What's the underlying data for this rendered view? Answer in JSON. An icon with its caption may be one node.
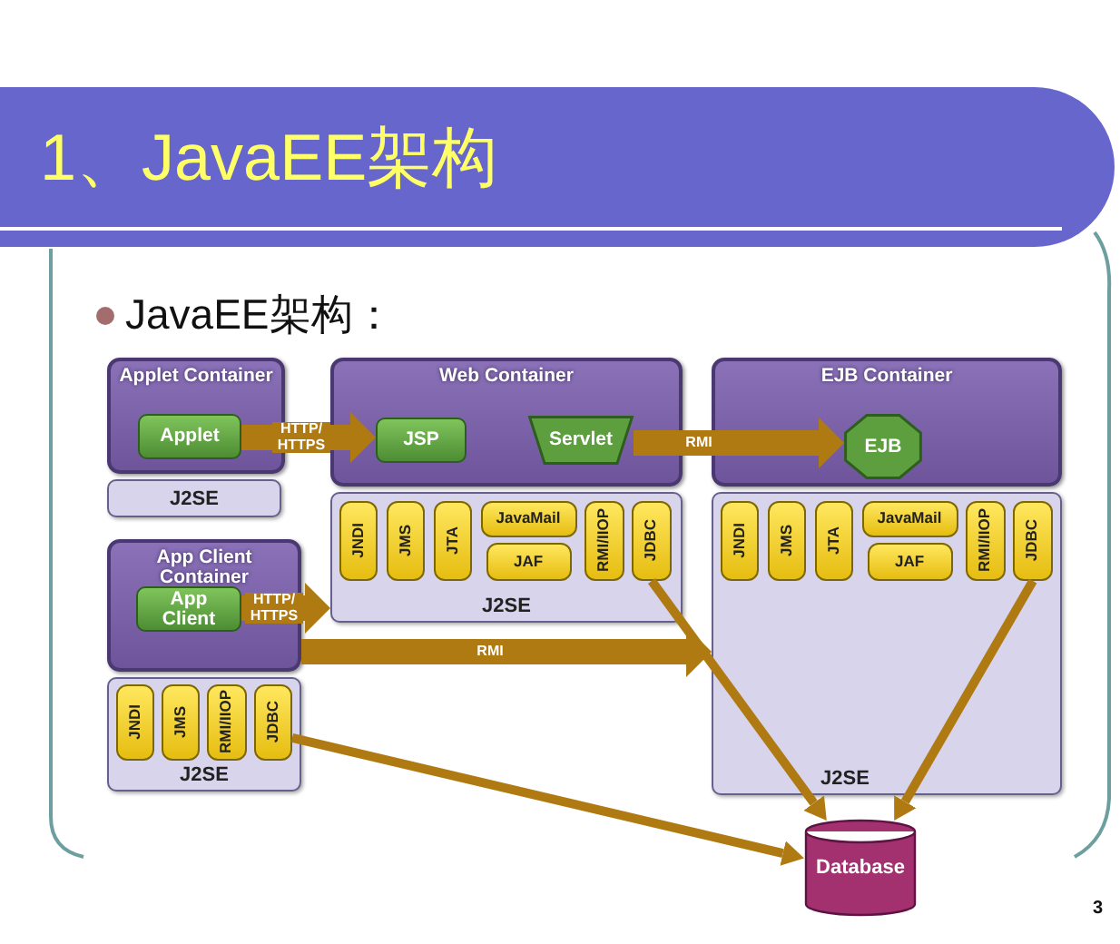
{
  "diagram": {
    "title": "1、JavaEE架构",
    "nodes": [
      {
        "text": [
          "Applet Container"
        ]
      },
      {
        "text": [
          "Applet"
        ],
        "in": 0
      },
      {
        "text": [
          "J2SE"
        ]
      },
      {
        "text": [
          "Web Container"
        ]
      },
      {
        "text": [
          "JSP"
        ],
        "in": 3
      },
      {
        "text": [
          "Servlet"
        ],
        "in": 3
      },
      {
        "text": [
          "J2SE"
        ]
      },
      {
        "text": [
          "JNDI"
        ],
        "in": 6
      },
      {
        "text": [
          "JMS"
        ],
        "in": 6
      },
      {
        "text": [
          "JTA"
        ],
        "in": 6
      },
      {
        "text": [
          "JavaMail"
        ],
        "in": 6
      },
      {
        "text": [
          "JAF"
        ],
        "in": 6
      },
      {
        "text": [
          "RMI/IIOP"
        ],
        "in": 6
      },
      {
        "text": [
          "JDBC"
        ],
        "in": 6
      },
      {
        "text": [
          "EJB Container"
        ]
      },
      {
        "text": [
          "EJB"
        ],
        "in": 14
      },
      {
        "text": [
          "J2SE"
        ]
      },
      {
        "text": [
          "JNDI"
        ],
        "in": 16
      },
      {
        "text": [
          "JMS"
        ],
        "in": 16
      },
      {
        "text": [
          "JTA"
        ],
        "in": 16
      },
      {
        "text": [
          "JavaMail"
        ],
        "in": 16
      },
      {
        "text": [
          "JAF"
        ],
        "in": 16
      },
      {
        "text": [
          "RMI/IIOP"
        ],
        "in": 16
      },
      {
        "text": [
          "JDBC"
        ],
        "in": 16
      },
      {
        "text": [
          "App Client Container"
        ]
      },
      {
        "text": [
          "App Client"
        ],
        "in": 24
      },
      {
        "text": [
          "J2SE"
        ]
      },
      {
        "text": [
          "JNDI"
        ],
        "in": 26
      },
      {
        "text": [
          "JMS"
        ],
        "in": 26
      },
      {
        "text": [
          "RMI/IIOP"
        ],
        "in": 26
      },
      {
        "text": [
          "JDBC"
        ],
        "in": 26
      },
      {
        "text": [
          "Database"
        ]
      }
    ],
    "edges": [
      {
        "from": 1,
        "to": 4,
        "arrow": "to",
        "label": "HTTP/ HTTPS"
      },
      {
        "from": 5,
        "to": 15,
        "arrow": "to",
        "label": "RMI"
      },
      {
        "from": 25,
        "to": 6,
        "arrow": "to",
        "label": "HTTP/ HTTPS"
      },
      {
        "from": 24,
        "to": 16,
        "arrow": "to",
        "label": "RMI"
      },
      {
        "from": 13,
        "to": 31,
        "arrow": "to"
      },
      {
        "from": 23,
        "to": 31,
        "arrow": "to"
      },
      {
        "from": 30,
        "to": 31,
        "arrow": "to"
      }
    ],
    "labels": [
      "JavaEE架构：",
      "3"
    ]
  }
}
